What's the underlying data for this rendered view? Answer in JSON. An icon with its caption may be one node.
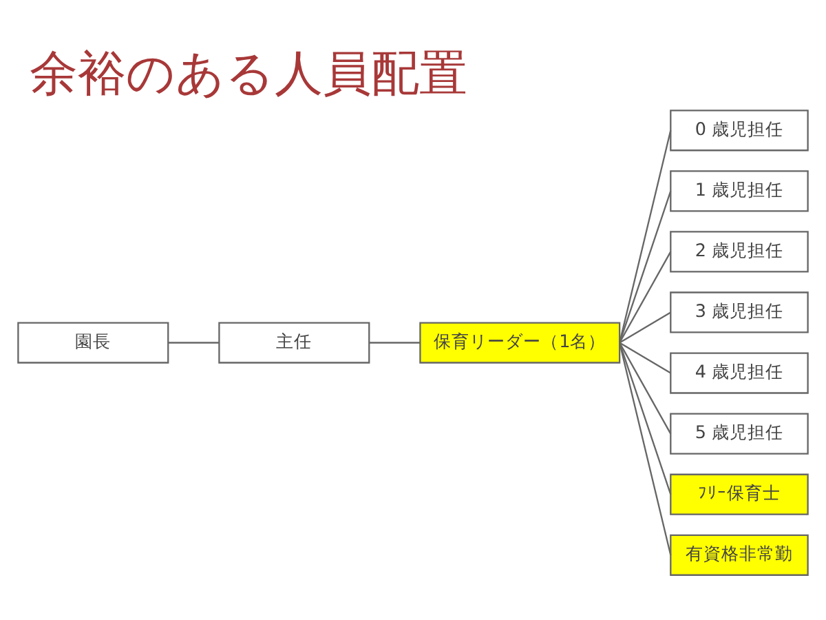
{
  "diagram": {
    "title": "余裕のある人員配置",
    "nodes": [
      {
        "text": [
          "園長"
        ]
      },
      {
        "text": [
          "主任"
        ]
      },
      {
        "text": [
          "保育リーダー（1名）"
        ]
      },
      {
        "text": [
          "0 歳児担任"
        ]
      },
      {
        "text": [
          "1 歳児担任"
        ]
      },
      {
        "text": [
          "2 歳児担任"
        ]
      },
      {
        "text": [
          "3 歳児担任"
        ]
      },
      {
        "text": [
          "4 歳児担任"
        ]
      },
      {
        "text": [
          "5 歳児担任"
        ]
      },
      {
        "text": [
          "ﾌﾘｰ保育士"
        ]
      },
      {
        "text": [
          "有資格非常勤"
        ]
      }
    ],
    "edges": [
      {
        "from": 0,
        "to": 1,
        "arrow": "none"
      },
      {
        "from": 1,
        "to": 2,
        "arrow": "none"
      },
      {
        "from": 2,
        "to": 3,
        "arrow": "none"
      },
      {
        "from": 2,
        "to": 4,
        "arrow": "none"
      },
      {
        "from": 2,
        "to": 5,
        "arrow": "none"
      },
      {
        "from": 2,
        "to": 6,
        "arrow": "none"
      },
      {
        "from": 2,
        "to": 7,
        "arrow": "none"
      },
      {
        "from": 2,
        "to": 8,
        "arrow": "none"
      },
      {
        "from": 2,
        "to": 9,
        "arrow": "none"
      },
      {
        "from": 2,
        "to": 10,
        "arrow": "none"
      }
    ]
  }
}
